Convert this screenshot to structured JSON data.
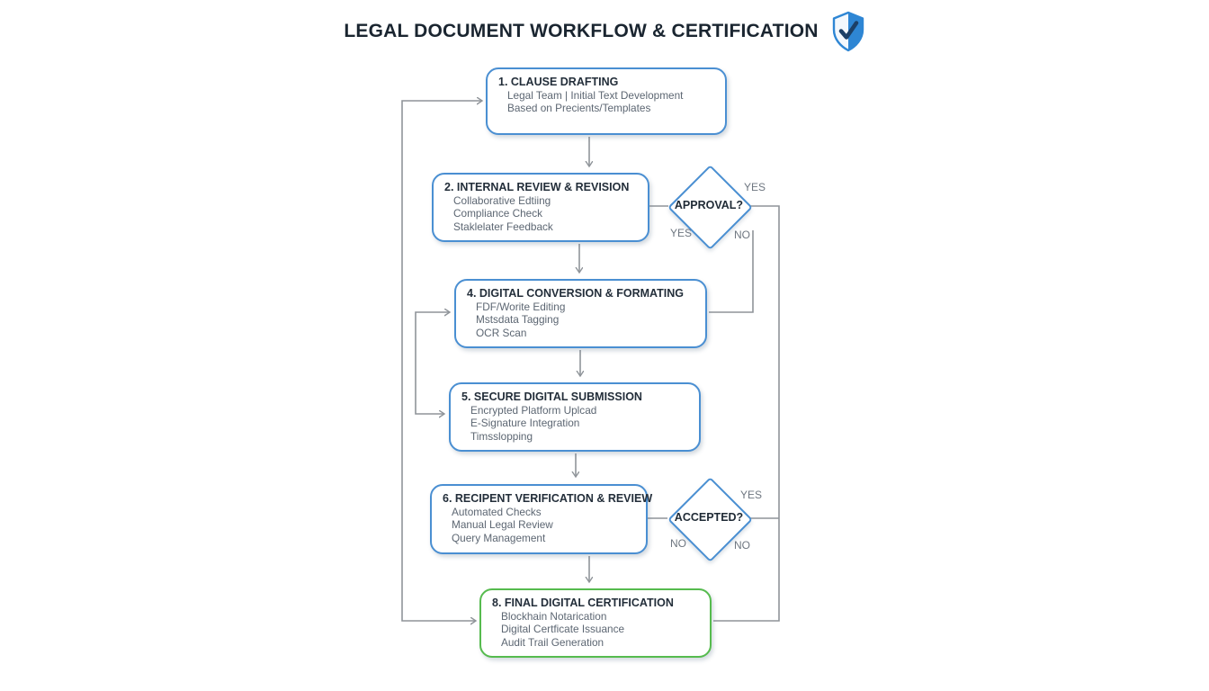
{
  "title": "LEGAL DOCUMENT WORKFLOW & CERTIFICATION",
  "header_icon": "shield-check-icon",
  "colors": {
    "node_border_blue": "#4a8fd2",
    "node_border_green": "#56bb4e",
    "connector_gray": "#8f9499",
    "title_dark": "#1a2530",
    "body_text": "#5c6672",
    "shield_blue": "#2e86d4"
  },
  "nodes": {
    "clause_drafting": {
      "title": "1. CLAUSE DRAFTING",
      "lines": [
        "Legal Team | Initial Text Development",
        "Based on Precients/Templates"
      ]
    },
    "internal_review": {
      "title": "2. INTERNAL REVIEW & REVISION",
      "lines": [
        "Collaborative Edtiing",
        "Compliance Check",
        "Staklelater Feedback"
      ]
    },
    "approval": {
      "title": "APPROVAL?",
      "labels": {
        "right": "YES",
        "bottom_left": "YES",
        "bottom_right": "NO"
      }
    },
    "digital_conversion": {
      "title": "4. DIGITAL CONVERSION & FORMATING",
      "lines": [
        "FDF/Worite Editing",
        "Mstsdata Tagging",
        "OCR Scan"
      ]
    },
    "secure_submission": {
      "title": "5. SECURE DIGITAL SUBMISSION",
      "lines": [
        "Encrypted Platform Uplcad",
        "E-Signature Integration",
        "Timsslopping"
      ]
    },
    "recipient_verification": {
      "title": "6. RECIPENT VERIFICATION & REVIEW",
      "lines": [
        "Automated Checks",
        "Manual Legal Review",
        "Query Management"
      ]
    },
    "accepted": {
      "title": "ACCEPTED?",
      "labels": {
        "right": "YES",
        "bottom_left": "NO",
        "bottom_right": "NO"
      }
    },
    "final_certification": {
      "title": "8. FINAL DIGITAL CERTIFICATION",
      "lines": [
        "Blockhain Notarication",
        "Digital Certficate Issuance",
        "Audit Trail Generation"
      ]
    }
  }
}
